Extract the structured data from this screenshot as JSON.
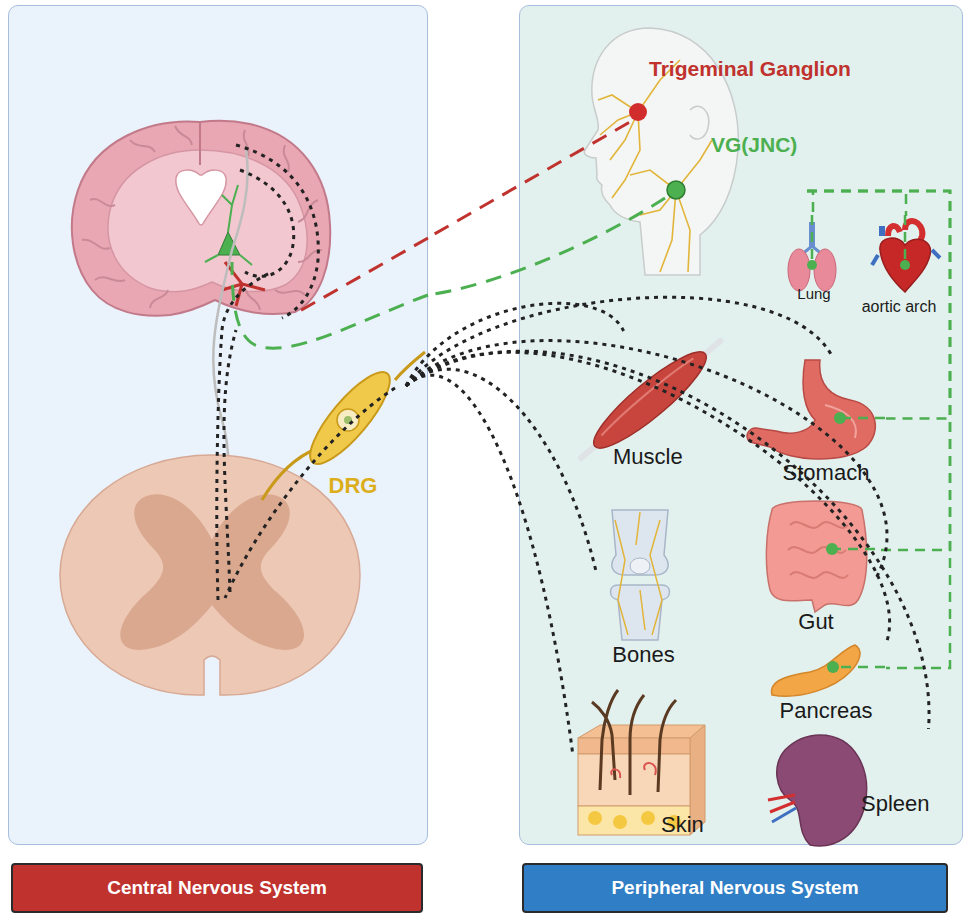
{
  "diagram": {
    "nodes": [
      {
        "text": [
          "Central Nervous System"
        ]
      },
      {
        "text": [
          "DRG"
        ],
        "in": 0
      },
      {
        "text": [
          "Peripheral Nervous System"
        ]
      },
      {
        "text": [
          "Trigeminal Ganglion"
        ],
        "in": 2
      },
      {
        "text": [
          "VG(JNC)"
        ],
        "in": 2
      },
      {
        "text": [
          "Lung"
        ],
        "in": 2
      },
      {
        "text": [
          "aortic arch"
        ],
        "in": 2
      },
      {
        "text": [
          "Muscle"
        ],
        "in": 2
      },
      {
        "text": [
          "Stomach"
        ],
        "in": 2
      },
      {
        "text": [
          "Bones"
        ],
        "in": 2
      },
      {
        "text": [
          "Gut"
        ],
        "in": 2
      },
      {
        "text": [
          "Pancreas"
        ],
        "in": 2
      },
      {
        "text": [
          "Skin"
        ],
        "in": 2
      },
      {
        "text": [
          "Spleen"
        ],
        "in": 2
      }
    ],
    "edges": [
      {
        "from": 3,
        "to": 0,
        "arrow": "none"
      },
      {
        "from": 4,
        "to": 0,
        "arrow": "none"
      },
      {
        "from": 4,
        "to": 5,
        "arrow": "none"
      },
      {
        "from": 4,
        "to": 6,
        "arrow": "none"
      },
      {
        "from": 4,
        "to": 8,
        "arrow": "none"
      },
      {
        "from": 4,
        "to": 10,
        "arrow": "none"
      },
      {
        "from": 4,
        "to": 11,
        "arrow": "none"
      },
      {
        "from": 1,
        "to": 7,
        "arrow": "none"
      },
      {
        "from": 1,
        "to": 9,
        "arrow": "none"
      },
      {
        "from": 1,
        "to": 12,
        "arrow": "none"
      },
      {
        "from": 1,
        "to": 8,
        "arrow": "none"
      },
      {
        "from": 1,
        "to": 10,
        "arrow": "none"
      },
      {
        "from": 1,
        "to": 11,
        "arrow": "none"
      },
      {
        "from": 1,
        "to": 13,
        "arrow": "none"
      }
    ]
  }
}
